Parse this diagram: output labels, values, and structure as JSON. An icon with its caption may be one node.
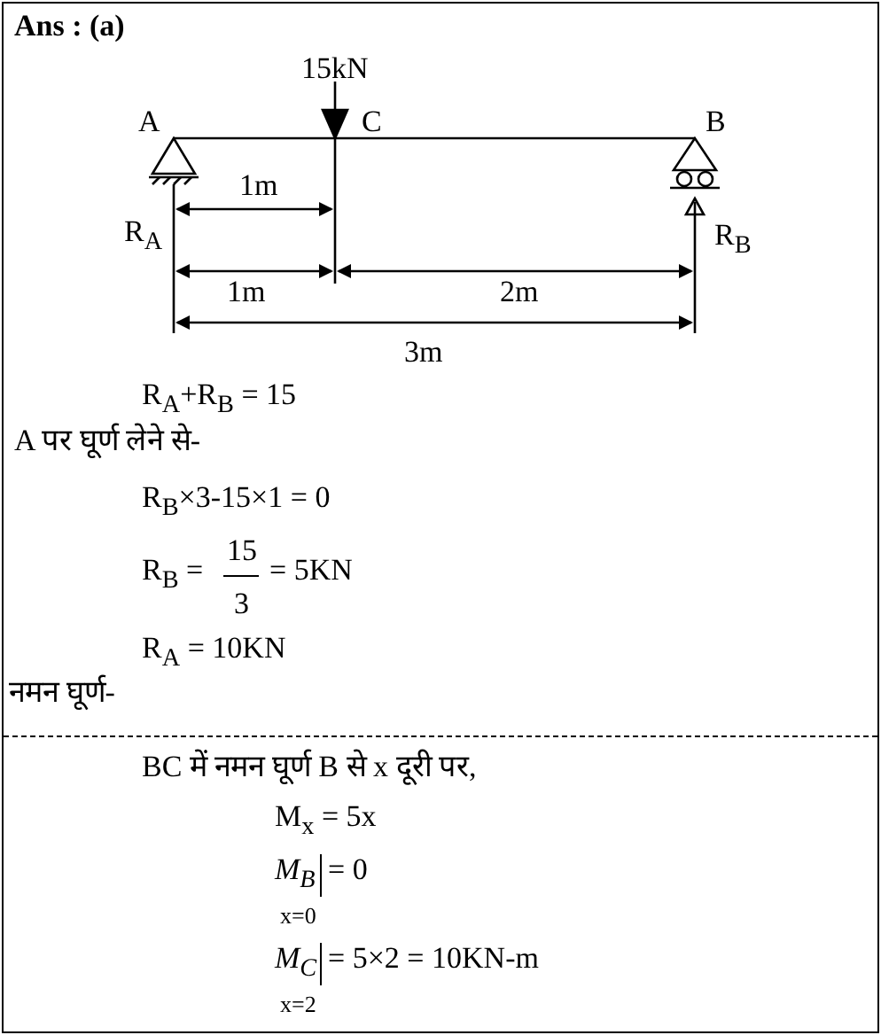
{
  "diagram": {
    "labels": [
      "Ans : (a)",
      "15kN",
      "A",
      "C",
      "B",
      "1m",
      "R$_{A}$",
      "R$_{B}$",
      "1m",
      "2m",
      "3m",
      "R$_{A}$+R$_{B}$ = 15",
      "A पर घूर्ण लेने से-",
      "R$_{B}$×3-15×1 = 0",
      "R$_{B}$ =",
      "15",
      "3",
      "= 5KN",
      "R$_{A}$ = 10KN",
      "नमन घूर्ण-",
      "BC में नमन घूर्ण B से x दूरी पर,",
      "M$_{x}$ = 5x",
      "M$_{B}$",
      "= 0",
      "x=0",
      "M$_{C}$",
      "= 5×2 = 10KN-m",
      "x=2"
    ]
  }
}
